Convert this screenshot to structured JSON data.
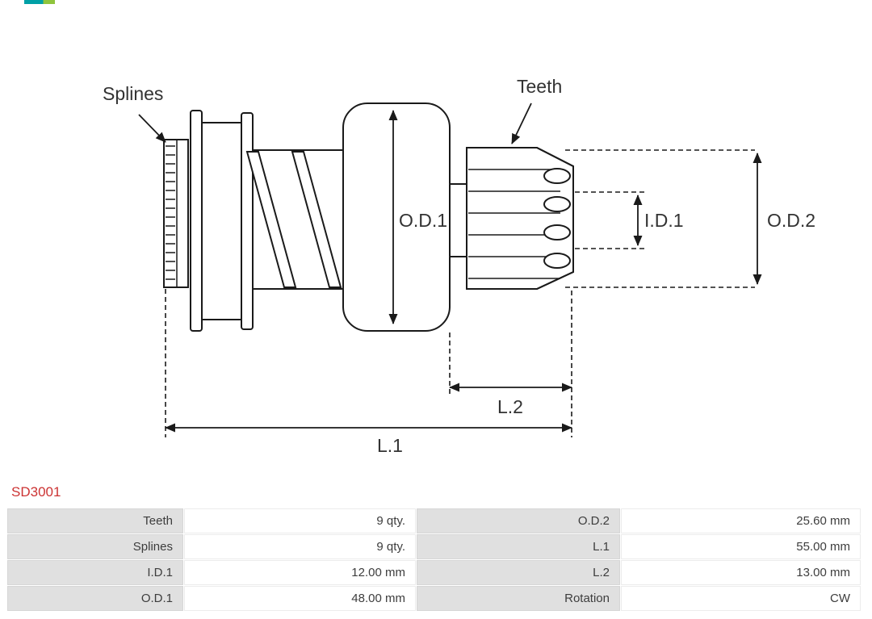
{
  "brand": {
    "logo_teal": "#00a0a6",
    "logo_green": "#8fc43c"
  },
  "diagram": {
    "labels": {
      "splines": "Splines",
      "teeth": "Teeth",
      "od1": "O.D.1",
      "id1": "I.D.1",
      "od2": "O.D.2",
      "l1": "L.1",
      "l2": "L.2"
    }
  },
  "part": {
    "number": "SD3001",
    "number_color": "#cc3333"
  },
  "table": {
    "label_bg": "#e0e0e0",
    "rows": [
      {
        "c0": "Teeth",
        "c1": "9 qty.",
        "c2": "O.D.2",
        "c3": "25.60 mm"
      },
      {
        "c0": "Splines",
        "c1": "9 qty.",
        "c2": "L.1",
        "c3": "55.00 mm"
      },
      {
        "c0": "I.D.1",
        "c1": "12.00 mm",
        "c2": "L.2",
        "c3": "13.00 mm"
      },
      {
        "c0": "O.D.1",
        "c1": "48.00 mm",
        "c2": "Rotation",
        "c3": "CW"
      }
    ]
  }
}
